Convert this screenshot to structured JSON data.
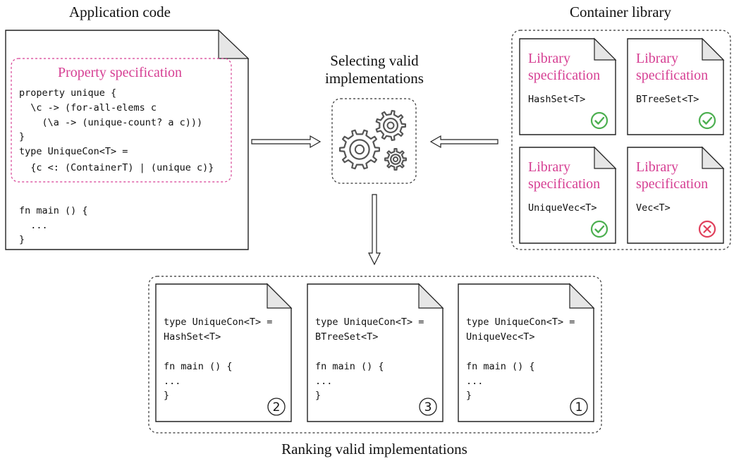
{
  "app": {
    "title": "Application code",
    "prop_title": "Property specification",
    "code": [
      "property unique {",
      "  \\c -> (for-all-elems c",
      "    (\\a -> (unique-count? a c)))",
      "}",
      "type UniqueCon<T> =",
      "  {c <: (ContainerT) | (unique c)}",
      "",
      "fn main () {",
      "  ...",
      "}"
    ]
  },
  "selector": {
    "title_line1": "Selecting valid",
    "title_line2": "implementations",
    "icon": "gears-icon"
  },
  "library": {
    "title": "Container library",
    "spec_line1": "Library",
    "spec_line2": "specification",
    "items": [
      {
        "name": "HashSet<T>",
        "valid": true
      },
      {
        "name": "BTreeSet<T>",
        "valid": true
      },
      {
        "name": "UniqueVec<T>",
        "valid": true
      },
      {
        "name": "Vec<T>",
        "valid": false
      }
    ],
    "valid_color": "#4caf50",
    "invalid_color": "#e0405c"
  },
  "ranking": {
    "title": "Ranking valid implementations",
    "items": [
      {
        "code": [
          "type UniqueCon<T> =",
          "  HashSet<T>",
          "",
          "fn main () {",
          "  ...",
          "}"
        ],
        "rank": "2"
      },
      {
        "code": [
          "type UniqueCon<T> =",
          "  BTreeSet<T>",
          "",
          "fn main () {",
          "  ...",
          "}"
        ],
        "rank": "3"
      },
      {
        "code": [
          "type UniqueCon<T> =",
          "  UniqueVec<T>",
          "",
          "fn main () {",
          "  ...",
          "}"
        ],
        "rank": "1"
      }
    ]
  }
}
